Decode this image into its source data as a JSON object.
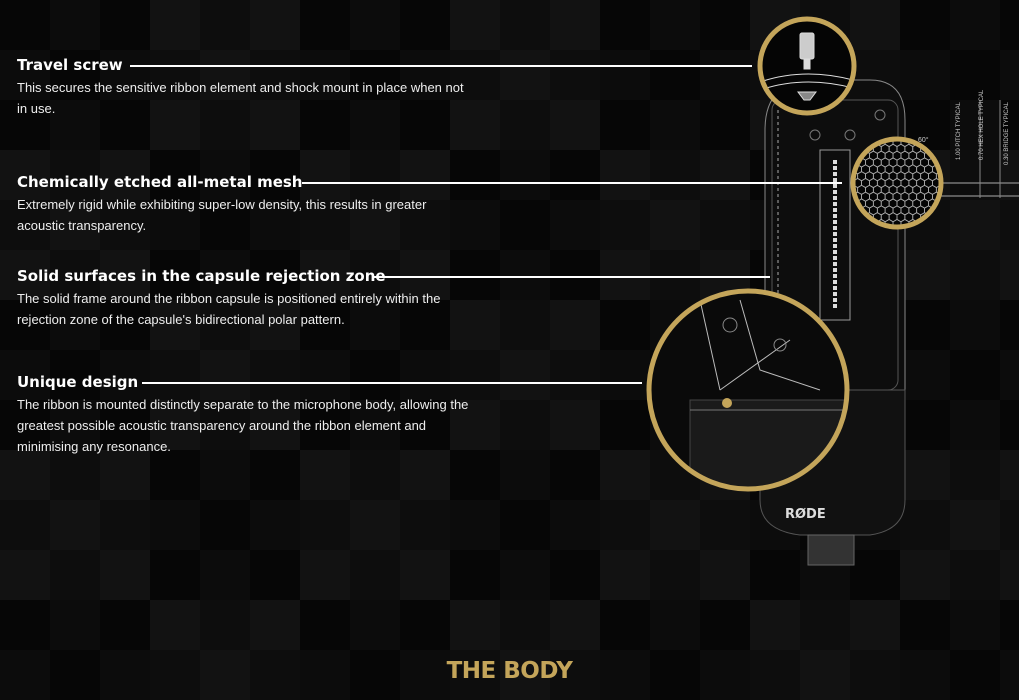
{
  "features": [
    {
      "title": "Travel screw",
      "description": "This secures the sensitive ribbon element and shock mount in place when not in use."
    },
    {
      "title": "Chemically etched all-metal mesh",
      "description": "Extremely rigid while exhibiting super-low density, this results in greater acoustic transparency."
    },
    {
      "title": "Solid surfaces in the capsule rejection zone",
      "description": "The solid frame around the ribbon capsule is positioned entirely within the rejection zone of the capsule's bidirectional polar pattern."
    },
    {
      "title": "Unique design",
      "description": "The ribbon is mounted distinctly separate to the microphone body, allowing the greatest possible acoustic transparency around the ribbon element and minimising any resonance."
    }
  ],
  "diagram": {
    "brand": "RØDE",
    "angle": "60°",
    "pitch": "1.00 PITCH TYPICAL",
    "hex_hole": "0.70 HEX HOLE TYPICAL",
    "bridge": "0.30 BRIDGE TYPICAL"
  },
  "section_title": "THE BODY",
  "colors": {
    "accent": "#c4a55a",
    "background": "#070707"
  }
}
